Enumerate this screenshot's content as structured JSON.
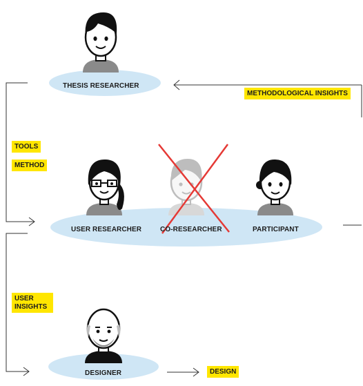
{
  "colors": {
    "ellipse_fill": "#cfe6f5",
    "highlight": "#ffe600",
    "line": "#333333",
    "cross": "#e53935",
    "skin": "#ffffff",
    "hair": "#111111",
    "shirt": "#8a8a8a",
    "faded": "#bdbdbd"
  },
  "nodes": {
    "thesis_researcher": "THESIS RESEARCHER",
    "user_researcher": "USER RESEARCHER",
    "co_researcher": "CO-RESEARCHER",
    "participant": "PARTICIPANT",
    "designer": "DESIGNER"
  },
  "tags": {
    "methodological_insights": "METHODOLOGICAL INSIGHTS",
    "tools": "TOOLS",
    "method": "METHOD",
    "user_insights": "USER INSIGHTS",
    "design": "DESIGN"
  },
  "icons": {
    "thesis_researcher": "male-avatar-icon",
    "user_researcher": "female-glasses-avatar-icon",
    "co_researcher": "crossed-out-avatar-icon",
    "participant": "female-avatar-icon",
    "designer": "bald-bearded-avatar-icon"
  }
}
